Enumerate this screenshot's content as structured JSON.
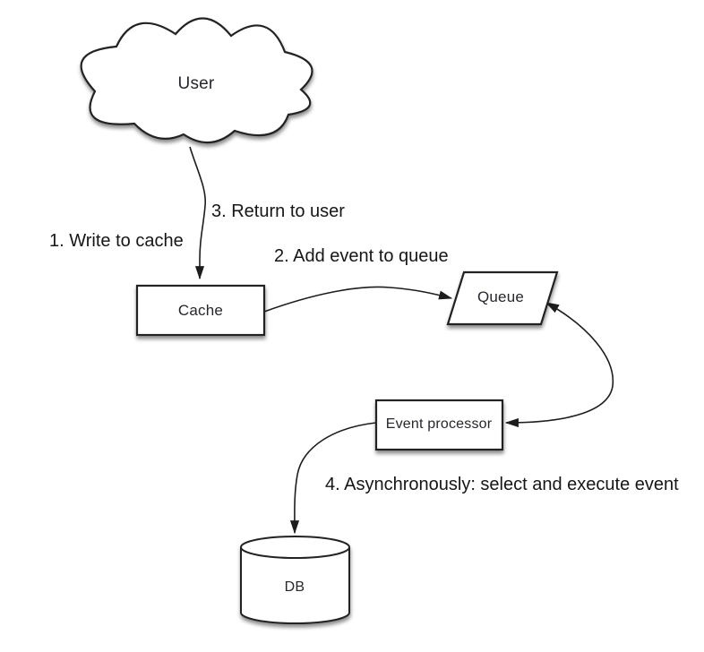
{
  "diagram": {
    "background_color": "#ffffff",
    "stroke_color": "#242424",
    "shape_fill_color": "#ffffff",
    "node_text_color": "#26262c",
    "label_text_color": "#161616",
    "nodes": {
      "user": {
        "label": "User",
        "shape": "cloud"
      },
      "cache": {
        "label": "Cache",
        "shape": "rectangle"
      },
      "queue": {
        "label": "Queue",
        "shape": "parallelogram"
      },
      "event_processor": {
        "label": "Event processor",
        "shape": "rectangle"
      },
      "db": {
        "label": "DB",
        "shape": "cylinder"
      }
    },
    "step_labels": {
      "step1": "1. Write to cache",
      "step2": "2. Add event to queue",
      "step3": "3. Return to user",
      "step4": "4. Asynchronously: select and execute event"
    },
    "connectors": [
      {
        "name": "user-to-cache",
        "style": "curved, arrowhead at cache"
      },
      {
        "name": "cache-to-queue",
        "style": "curved, arrowhead at queue"
      },
      {
        "name": "queue-event-processor",
        "style": "curved, arrowheads at both ends"
      },
      {
        "name": "event-processor-to-db",
        "style": "curved, arrowhead at db"
      }
    ]
  }
}
